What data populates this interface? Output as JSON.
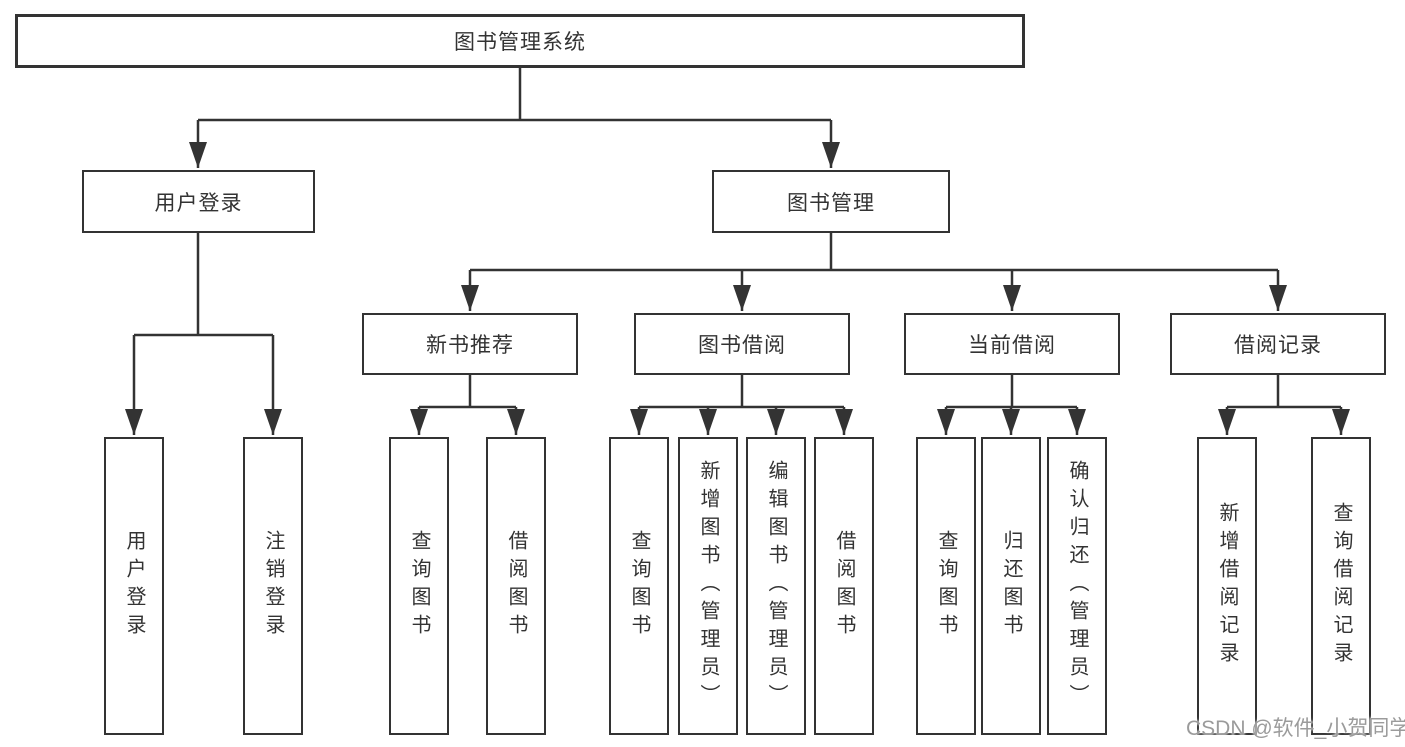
{
  "title_node": {
    "label": "图书管理系统"
  },
  "branches": [
    {
      "label": "用户登录",
      "children": [
        {
          "label": "用户登录"
        },
        {
          "label": "注销登录"
        }
      ]
    },
    {
      "label": "图书管理",
      "children": [
        {
          "label": "新书推荐",
          "children": [
            {
              "label": "查询图书"
            },
            {
              "label": "借阅图书"
            }
          ]
        },
        {
          "label": "图书借阅",
          "children": [
            {
              "label": "查询图书"
            },
            {
              "label": "新增图书（管理员）"
            },
            {
              "label": "编辑图书（管理员）"
            },
            {
              "label": "借阅图书"
            }
          ]
        },
        {
          "label": "当前借阅",
          "children": [
            {
              "label": "查询图书"
            },
            {
              "label": "归还图书"
            },
            {
              "label": "确认归还（管理员）"
            }
          ]
        },
        {
          "label": "借阅记录",
          "children": [
            {
              "label": "新增借阅记录"
            },
            {
              "label": "查询借阅记录"
            }
          ]
        }
      ]
    }
  ],
  "watermark": {
    "text": "CSDN @软件_小贺同学"
  },
  "colors": {
    "line": "#333333",
    "text": "#333333",
    "background": "#ffffff",
    "watermark": "#9b9b9b"
  }
}
